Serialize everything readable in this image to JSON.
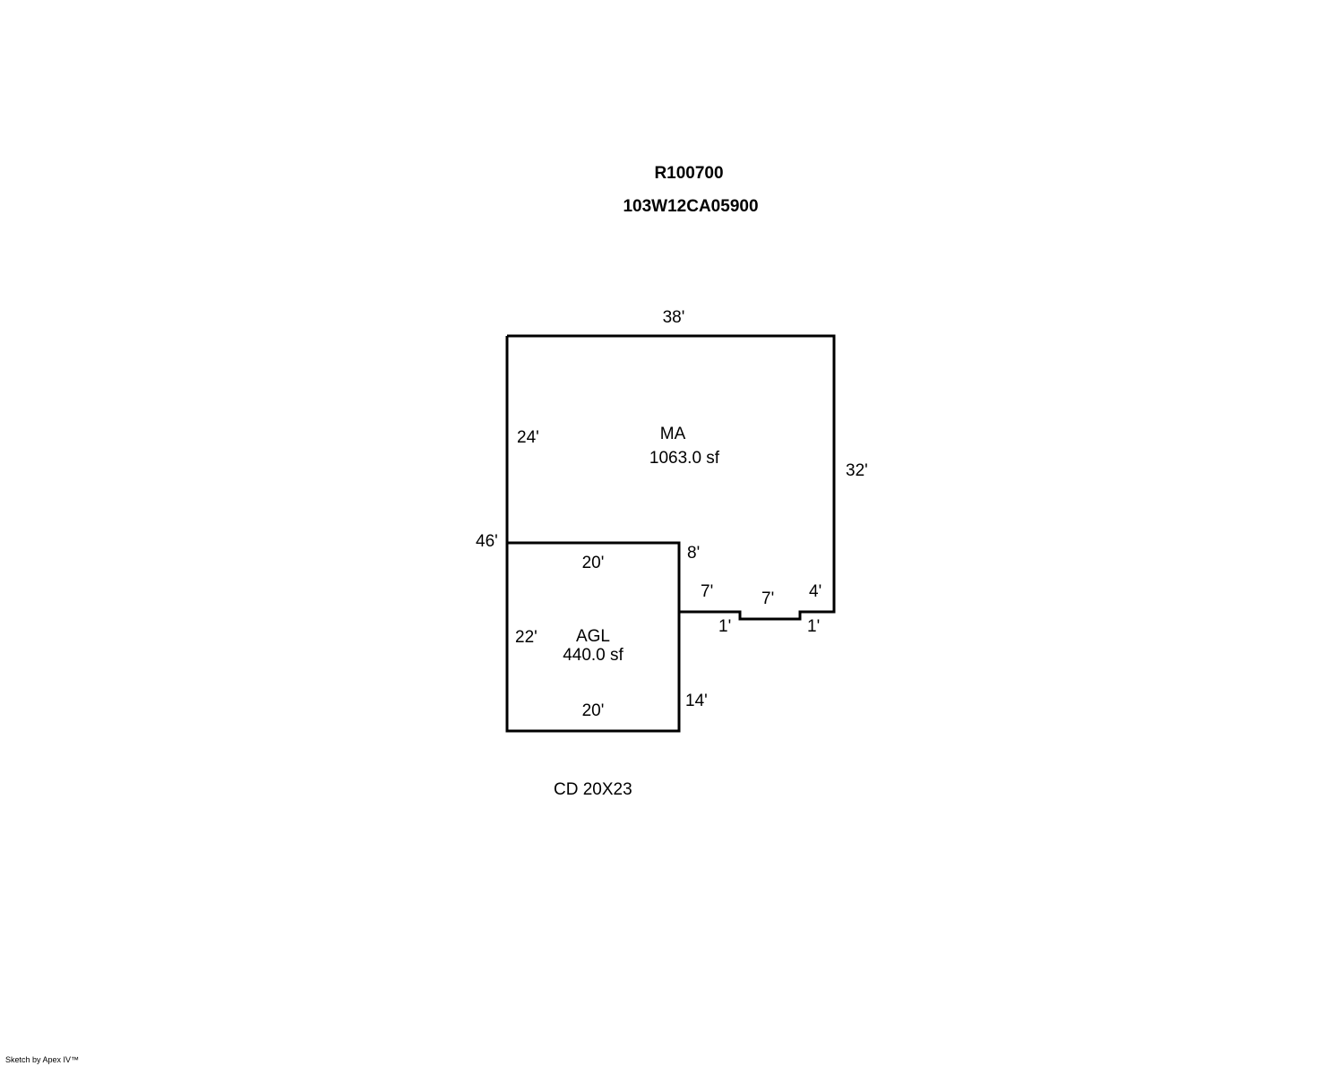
{
  "header": {
    "account": "R100700",
    "map_taxlot": "103W12CA05900"
  },
  "areas": [
    {
      "code": "MA",
      "area": "1063.0 sf"
    },
    {
      "code": "AGL",
      "area": "440.0 sf"
    }
  ],
  "dimensions": {
    "ma_top": "38'",
    "ma_left_upper": "24'",
    "ma_right": "32'",
    "left_total": "46'",
    "ma_inner_vertical": "8'",
    "ma_bottom_left": "7'",
    "ma_notch_bottom": "7'",
    "ma_bottom_right": "4'",
    "notch_left_depth": "1'",
    "notch_right_depth": "1'",
    "agl_top": "20'",
    "agl_left": "22'",
    "agl_bottom": "20'",
    "agl_right": "14'"
  },
  "note": "CD 20X23",
  "credit": "Sketch by Apex IV™",
  "colors": {
    "line": "#000000",
    "background": "#ffffff"
  }
}
